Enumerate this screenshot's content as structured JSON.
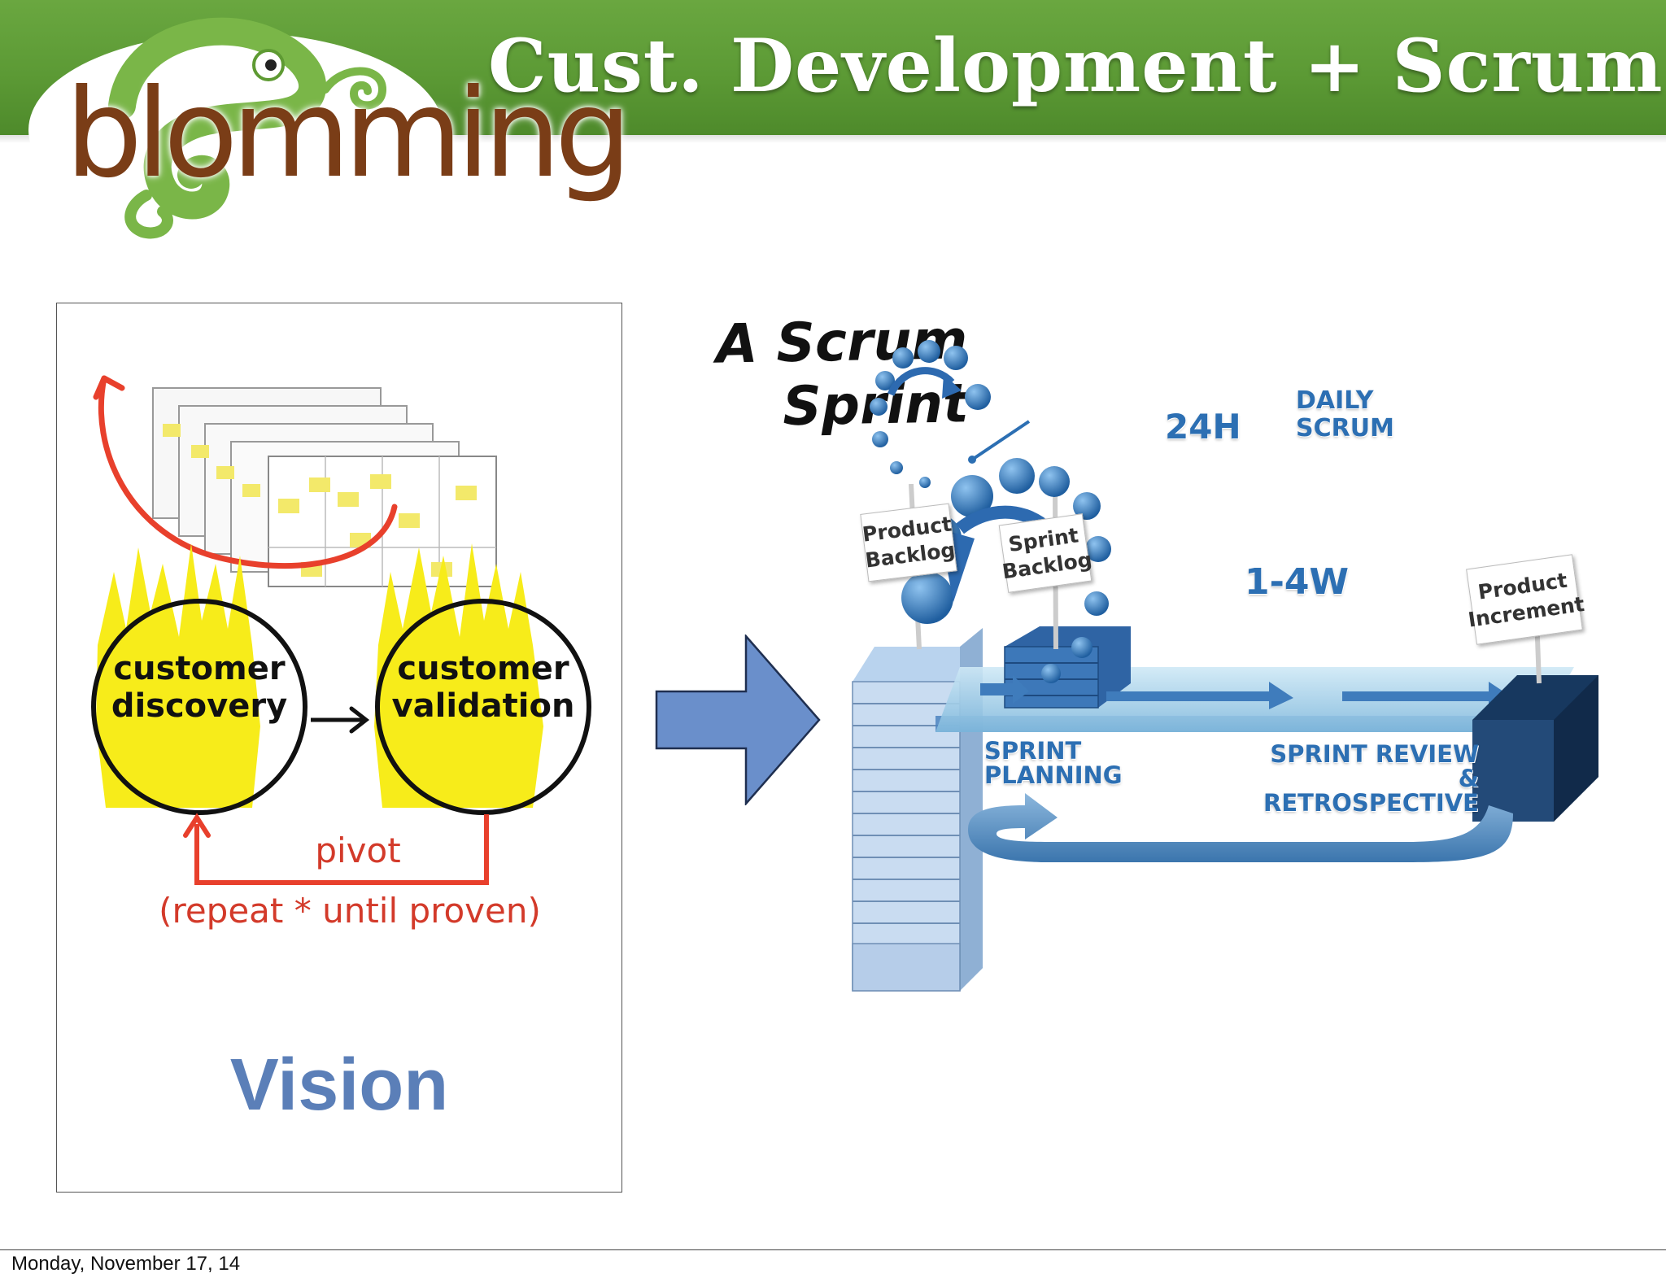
{
  "slide": {
    "title": "Cust. Development + Scrum",
    "logo_text": "blomming"
  },
  "left_panel": {
    "circle_left": "customer discovery",
    "circle_right": "customer validation",
    "pivot": "pivot",
    "repeat": "(repeat * until proven)",
    "vision": "Vision"
  },
  "scrum": {
    "title": "A Scrum Sprint",
    "product_backlog": "Product Backlog",
    "sprint_backlog": "Sprint Backlog",
    "cycle_24h": "24H",
    "daily_scrum": "DAILY SCRUM",
    "cycle_weeks": "1-4W",
    "product_increment": "Product Increment",
    "sprint_planning": "SPRINT PLANNING",
    "sprint_review": "SPRINT REVIEW & RETROSPECTIVE"
  },
  "footer": {
    "date": "Monday, November 17, 14"
  },
  "colors": {
    "header_green": "#5c9a35",
    "logo_brown": "#7a3d17",
    "arrow_blue": "#6a8fcb",
    "vision_blue": "#5b7fb8",
    "pivot_red": "#d33a2a",
    "scrum_blue": "#2c6fb3"
  }
}
